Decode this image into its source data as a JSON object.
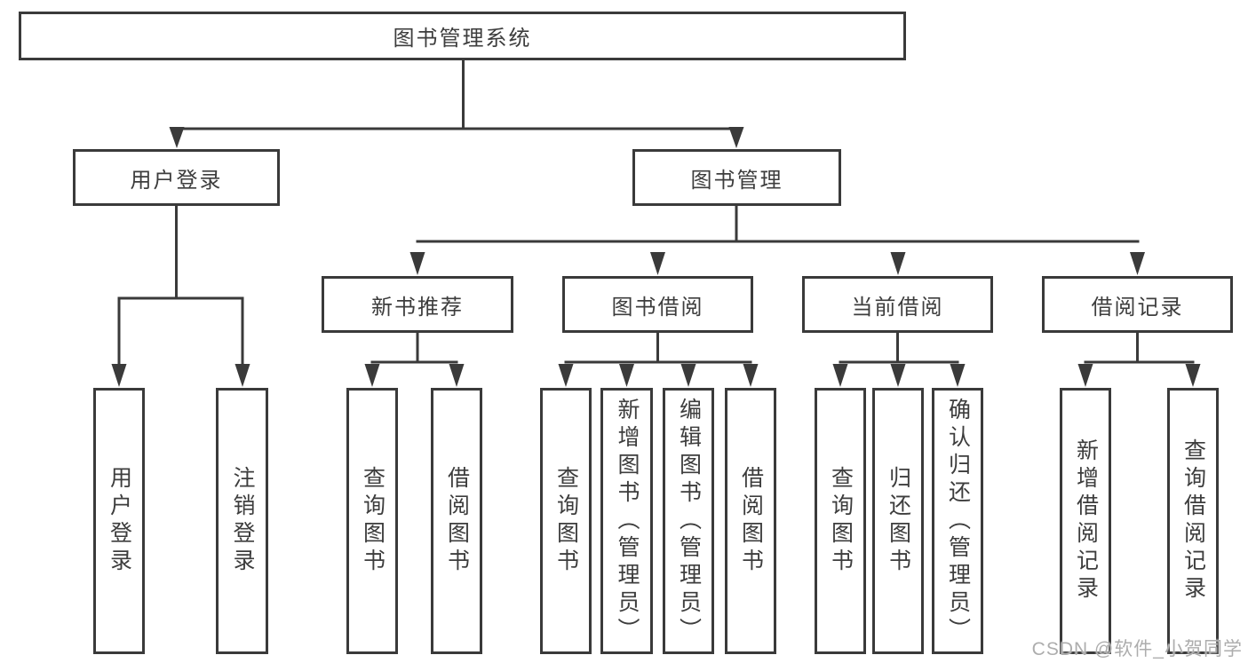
{
  "nodes": {
    "root": {
      "label": "图书管理系统"
    },
    "level1": [
      {
        "id": "user-login",
        "label": "用户登录"
      },
      {
        "id": "book-management",
        "label": "图书管理"
      }
    ],
    "level2": [
      {
        "id": "new-book-recommend",
        "label": "新书推荐",
        "parent": "图书管理"
      },
      {
        "id": "book-borrow",
        "label": "图书借阅",
        "parent": "图书管理"
      },
      {
        "id": "current-borrow",
        "label": "当前借阅",
        "parent": "图书管理"
      },
      {
        "id": "borrow-records",
        "label": "借阅记录",
        "parent": "图书管理"
      }
    ],
    "leaves": [
      {
        "label": "用户登录",
        "parent": "用户登录"
      },
      {
        "label": "注销登录",
        "parent": "用户登录"
      },
      {
        "label": "查询图书",
        "parent": "新书推荐"
      },
      {
        "label": "借阅图书",
        "parent": "新书推荐"
      },
      {
        "label": "查询图书",
        "parent": "图书借阅"
      },
      {
        "label": "新增图书（管理员）",
        "parent": "图书借阅"
      },
      {
        "label": "编辑图书（管理员）",
        "parent": "图书借阅"
      },
      {
        "label": "借阅图书",
        "parent": "图书借阅"
      },
      {
        "label": "查询图书",
        "parent": "当前借阅"
      },
      {
        "label": "归还图书",
        "parent": "当前借阅"
      },
      {
        "label": "确认归还（管理员）",
        "parent": "当前借阅"
      },
      {
        "label": "新增借阅记录",
        "parent": "借阅记录"
      },
      {
        "label": "查询借阅记录",
        "parent": "借阅记录"
      }
    ]
  },
  "watermark": {
    "text": "CSDN @软件_小贺同学"
  },
  "colors": {
    "line": "#3a3a3a",
    "text": "#3d3d3d",
    "box_background": "#ffffff",
    "watermark": "#adadad"
  }
}
